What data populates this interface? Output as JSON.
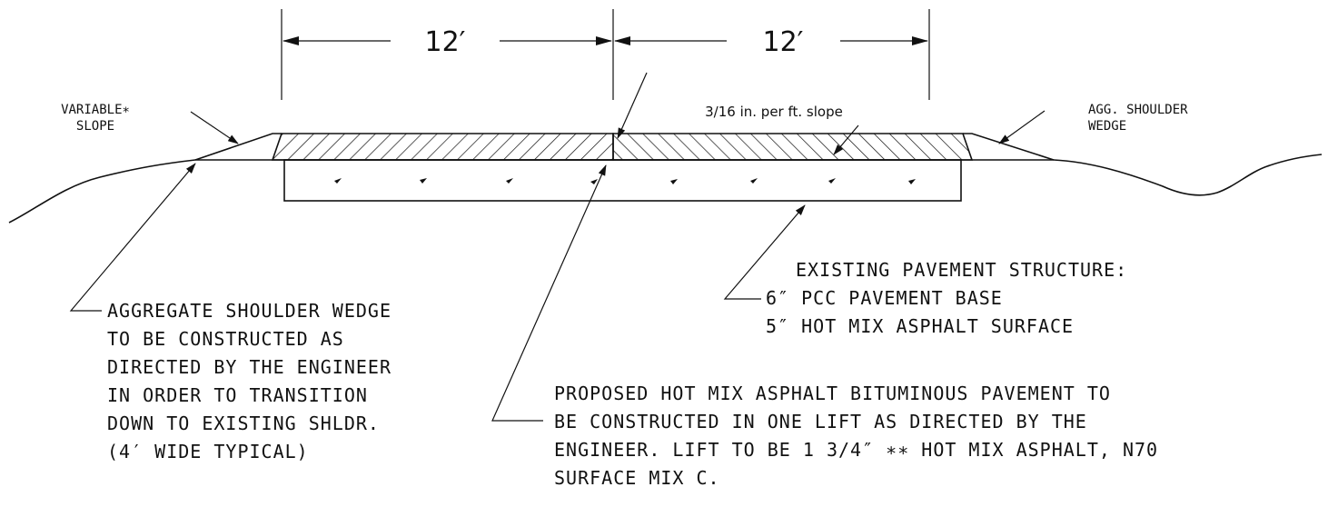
{
  "dimensions": {
    "left_lane": "12′",
    "right_lane": "12′"
  },
  "labels": {
    "variable_slope": [
      "VARIABLE∗",
      "SLOPE"
    ],
    "agg_shoulder_wedge": [
      "AGG. SHOULDER",
      "WEDGE"
    ],
    "cross_slope": "3/16 in. per ft. slope"
  },
  "notes": {
    "existing_pavement": [
      "EXISTING PAVEMENT STRUCTURE:",
      "6″ PCC PAVEMENT BASE",
      "5″  HOT MIX ASPHALT SURFACE"
    ],
    "aggregate_wedge": [
      "AGGREGATE SHOULDER WEDGE",
      "TO BE CONSTRUCTED AS",
      "DIRECTED BY THE ENGINEER",
      "IN ORDER TO TRANSITION",
      "DOWN TO EXISTING SHLDR.",
      "(4′ WIDE TYPICAL)"
    ],
    "proposed_hma": [
      "PROPOSED HOT MIX ASPHALT  BITUMINOUS PAVEMENT TO",
      "BE CONSTRUCTED IN ONE LIFT AS DIRECTED BY THE",
      "ENGINEER. LIFT TO BE 1 3/4″ ∗∗ HOT MIX ASPHALT, N70",
      "SURFACE MIX C."
    ]
  }
}
